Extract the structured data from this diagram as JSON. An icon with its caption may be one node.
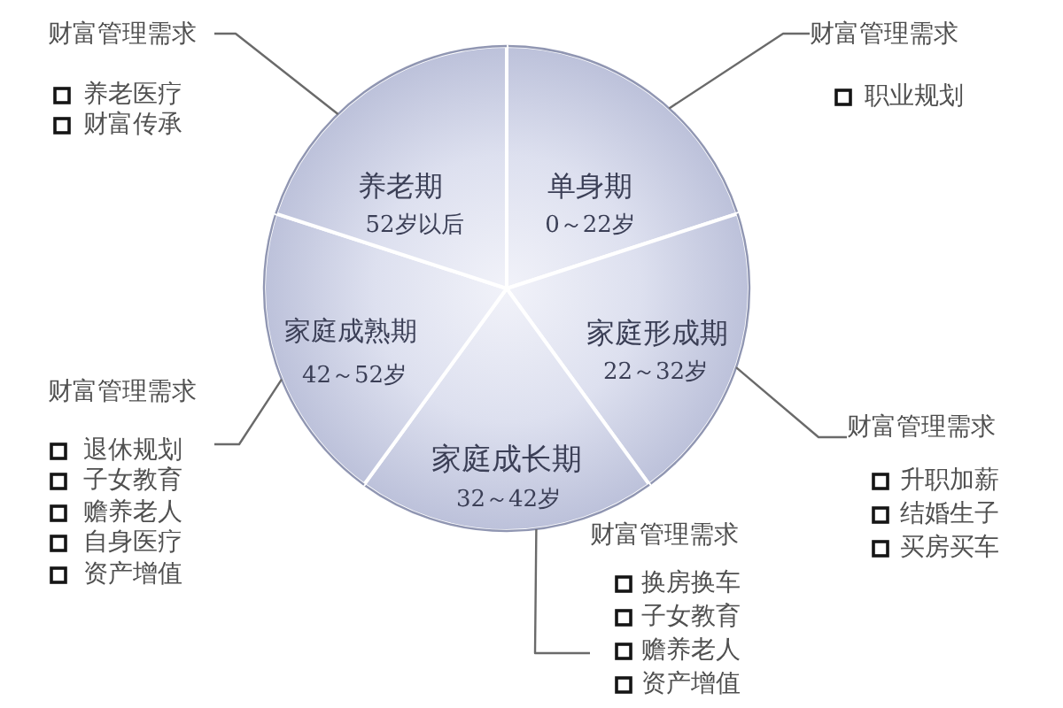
{
  "diagram": {
    "nodes": [
      {
        "text": [
          "单身期",
          "0～22岁"
        ]
      },
      {
        "text": [
          "家庭形成期",
          "22～32岁"
        ]
      },
      {
        "text": [
          "家庭成长期",
          "32～42岁"
        ]
      },
      {
        "text": [
          "家庭成熟期",
          "42～52岁"
        ]
      },
      {
        "text": [
          "养老期",
          "52岁以后"
        ]
      },
      {
        "text": [
          "财富管理需求",
          "职业规划"
        ]
      },
      {
        "text": [
          "财富管理需求",
          "升职加薪",
          "结婚生子",
          "买房买车"
        ]
      },
      {
        "text": [
          "财富管理需求",
          "换房换车",
          "子女教育",
          "赡养老人",
          "资产增值"
        ]
      },
      {
        "text": [
          "财富管理需求",
          "退休规划",
          "子女教育",
          "赡养老人",
          "自身医疗",
          "资产增值"
        ]
      },
      {
        "text": [
          "财富管理需求",
          "养老医疗",
          "财富传承"
        ]
      }
    ],
    "edges": [
      {
        "from": 5,
        "to": 0,
        "arrow": "none"
      },
      {
        "from": 6,
        "to": 1,
        "arrow": "none"
      },
      {
        "from": 7,
        "to": 2,
        "arrow": "none"
      },
      {
        "from": 8,
        "to": 3,
        "arrow": "none"
      },
      {
        "from": 9,
        "to": 4,
        "arrow": "none"
      }
    ]
  }
}
